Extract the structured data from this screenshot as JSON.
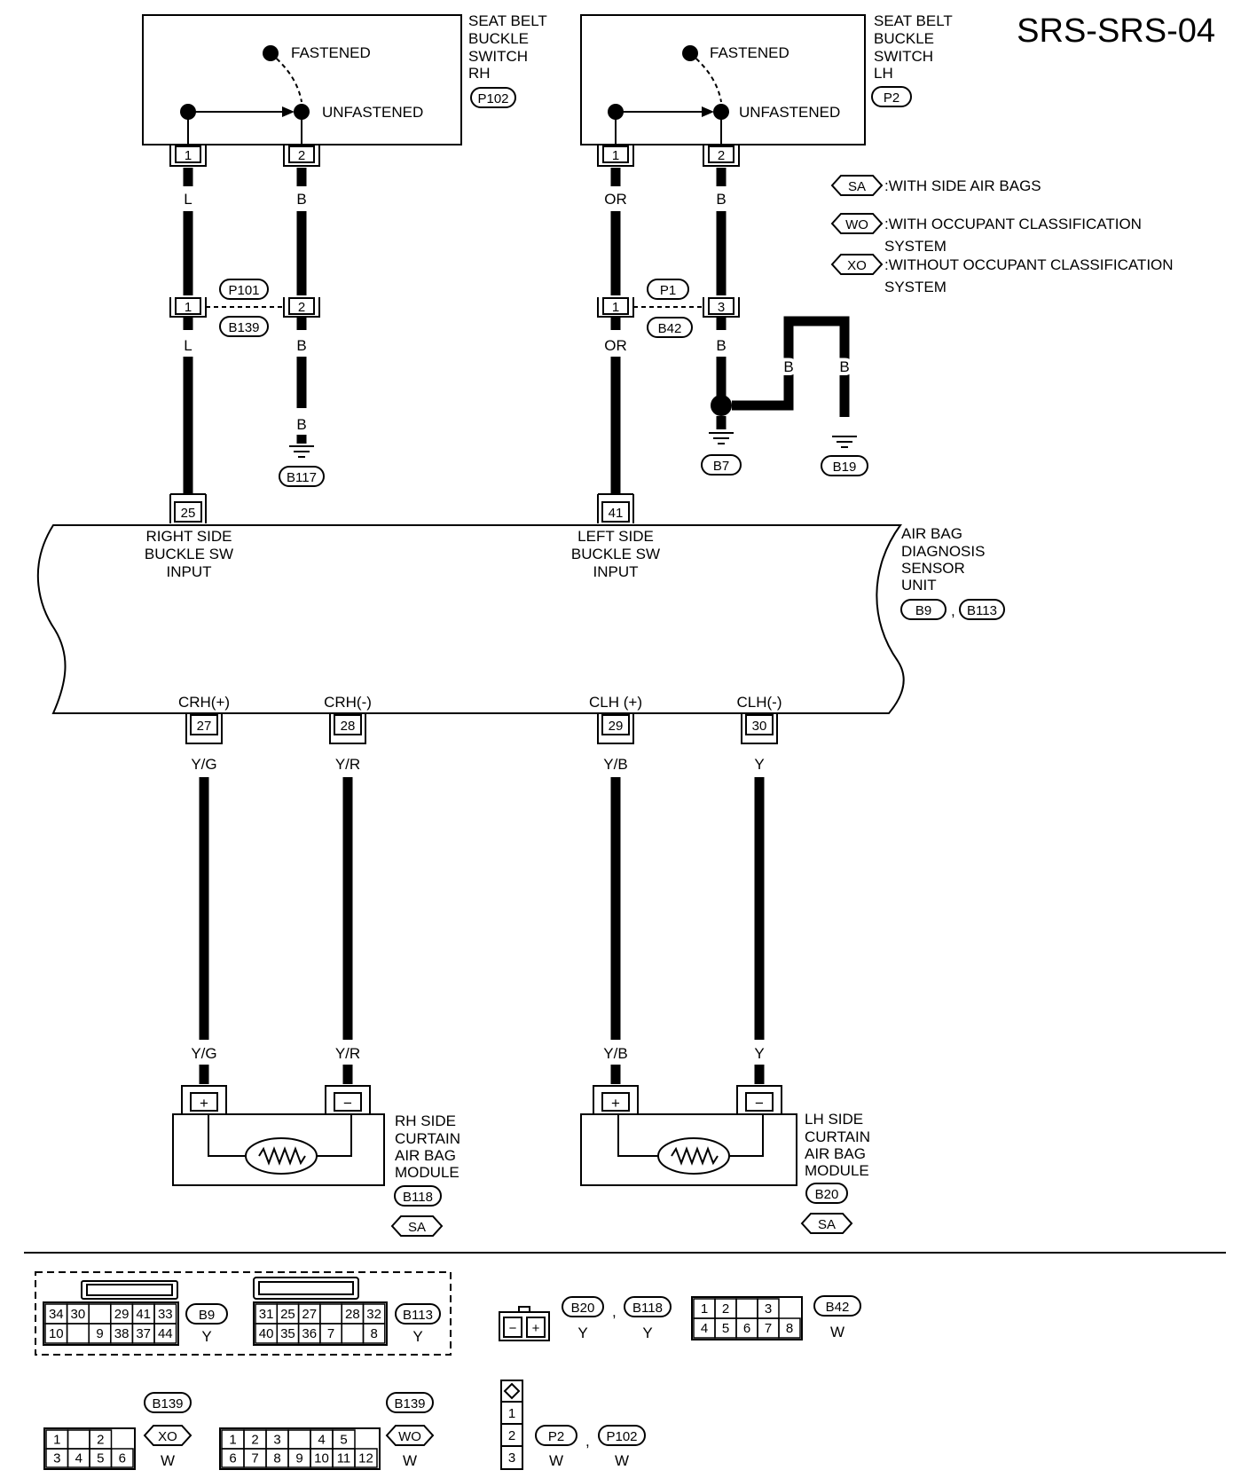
{
  "title": "SRS-SRS-04",
  "switch_rh": {
    "name_lines": [
      "SEAT BELT",
      "BUCKLE",
      "SWITCH",
      "RH"
    ],
    "connector": "P102",
    "fastened": "FASTENED",
    "unfastened": "UNFASTENED",
    "pin1": "1",
    "pin2": "2",
    "wire1": "L",
    "wire2": "B"
  },
  "switch_lh": {
    "name_lines": [
      "SEAT BELT",
      "BUCKLE",
      "SWITCH",
      "LH"
    ],
    "connector": "P2",
    "fastened": "FASTENED",
    "unfastened": "UNFASTENED",
    "pin1": "1",
    "pin2": "2",
    "wire1": "OR",
    "wire2": "B"
  },
  "legend": [
    {
      "code": "SA",
      "text": ":WITH SIDE AIR BAGS"
    },
    {
      "code": "WO",
      "text": ":WITH OCCUPANT CLASSIFICATION",
      "text2": "SYSTEM"
    },
    {
      "code": "XO",
      "text": ":WITHOUT OCCUPANT CLASSIFICATION",
      "text2": "SYSTEM"
    }
  ],
  "joint_rh": {
    "top": "P101",
    "bottom": "B139",
    "pin1": "1",
    "pin2": "2",
    "wire1": "L",
    "wire2": "B",
    "ground_wire": "B",
    "ground": "B117"
  },
  "joint_lh": {
    "top": "P1",
    "bottom": "B42",
    "pin1": "1",
    "pin2": "3",
    "wire1": "OR",
    "wire2": "B",
    "ground1": "B7",
    "ground2": "B19",
    "wire3": "B",
    "wire4": "B"
  },
  "unit": {
    "name_lines": [
      "AIR BAG",
      "DIAGNOSIS",
      "SENSOR",
      "UNIT"
    ],
    "connectors": [
      "B9",
      "B113"
    ],
    "comma": ",",
    "pin_rh": "25",
    "pin_lh": "41",
    "rh_input": [
      "RIGHT SIDE",
      "BUCKLE SW",
      "INPUT"
    ],
    "lh_input": [
      "LEFT SIDE",
      "BUCKLE SW",
      "INPUT"
    ],
    "outputs": [
      {
        "label": "CRH(+)",
        "pin": "27",
        "wire": "Y/G"
      },
      {
        "label": "CRH(-)",
        "pin": "28",
        "wire": "Y/R"
      },
      {
        "label": "CLH (+)",
        "pin": "29",
        "wire": "Y/B"
      },
      {
        "label": "CLH(-)",
        "pin": "30",
        "wire": "Y"
      }
    ]
  },
  "module_rh": {
    "name_lines": [
      "RH SIDE",
      "CURTAIN",
      "AIR BAG",
      "MODULE"
    ],
    "connector": "B118",
    "option": "SA",
    "plus": "+",
    "minus": "−",
    "wire_plus": "Y/G",
    "wire_minus": "Y/R"
  },
  "module_lh": {
    "name_lines": [
      "LH SIDE",
      "CURTAIN",
      "AIR BAG",
      "MODULE"
    ],
    "connector": "B20",
    "option": "SA",
    "plus": "+",
    "minus": "−",
    "wire_plus": "Y/B",
    "wire_minus": "Y"
  },
  "connector_views": {
    "b9": {
      "id": "B9",
      "color": "Y",
      "row1": [
        "34",
        "30",
        "",
        "29",
        "41",
        "33"
      ],
      "row2": [
        "10",
        "",
        "9",
        "38",
        "37",
        "44"
      ]
    },
    "b113": {
      "id": "B113",
      "color": "Y",
      "row1": [
        "31",
        "25",
        "27",
        "",
        "28",
        "32"
      ],
      "row2": [
        "40",
        "35",
        "36",
        "7",
        "",
        "8"
      ]
    },
    "b20": {
      "id1": "B20",
      "id2": "B118",
      "color1": "Y",
      "color2": "Y",
      "comma": ",",
      "pins": [
        "−",
        "+"
      ]
    },
    "b42": {
      "id": "B42",
      "color": "W",
      "row1": [
        "1",
        "2",
        "",
        "3"
      ],
      "row2": [
        "4",
        "5",
        "6",
        "7",
        "8"
      ]
    },
    "b139_xo": {
      "id": "B139",
      "option": "XO",
      "color": "W",
      "row1": [
        "1",
        "",
        "2"
      ],
      "row2": [
        "3",
        "4",
        "5",
        "6"
      ]
    },
    "b139_wo": {
      "id": "B139",
      "option": "WO",
      "color": "W",
      "row1": [
        "1",
        "2",
        "3",
        "",
        "4",
        "5"
      ],
      "row2": [
        "6",
        "7",
        "8",
        "9",
        "10",
        "11",
        "12"
      ]
    },
    "p2": {
      "id1": "P2",
      "id2": "P102",
      "color1": "W",
      "color2": "W",
      "comma": ",",
      "pins": [
        "1",
        "2",
        "3"
      ]
    }
  }
}
